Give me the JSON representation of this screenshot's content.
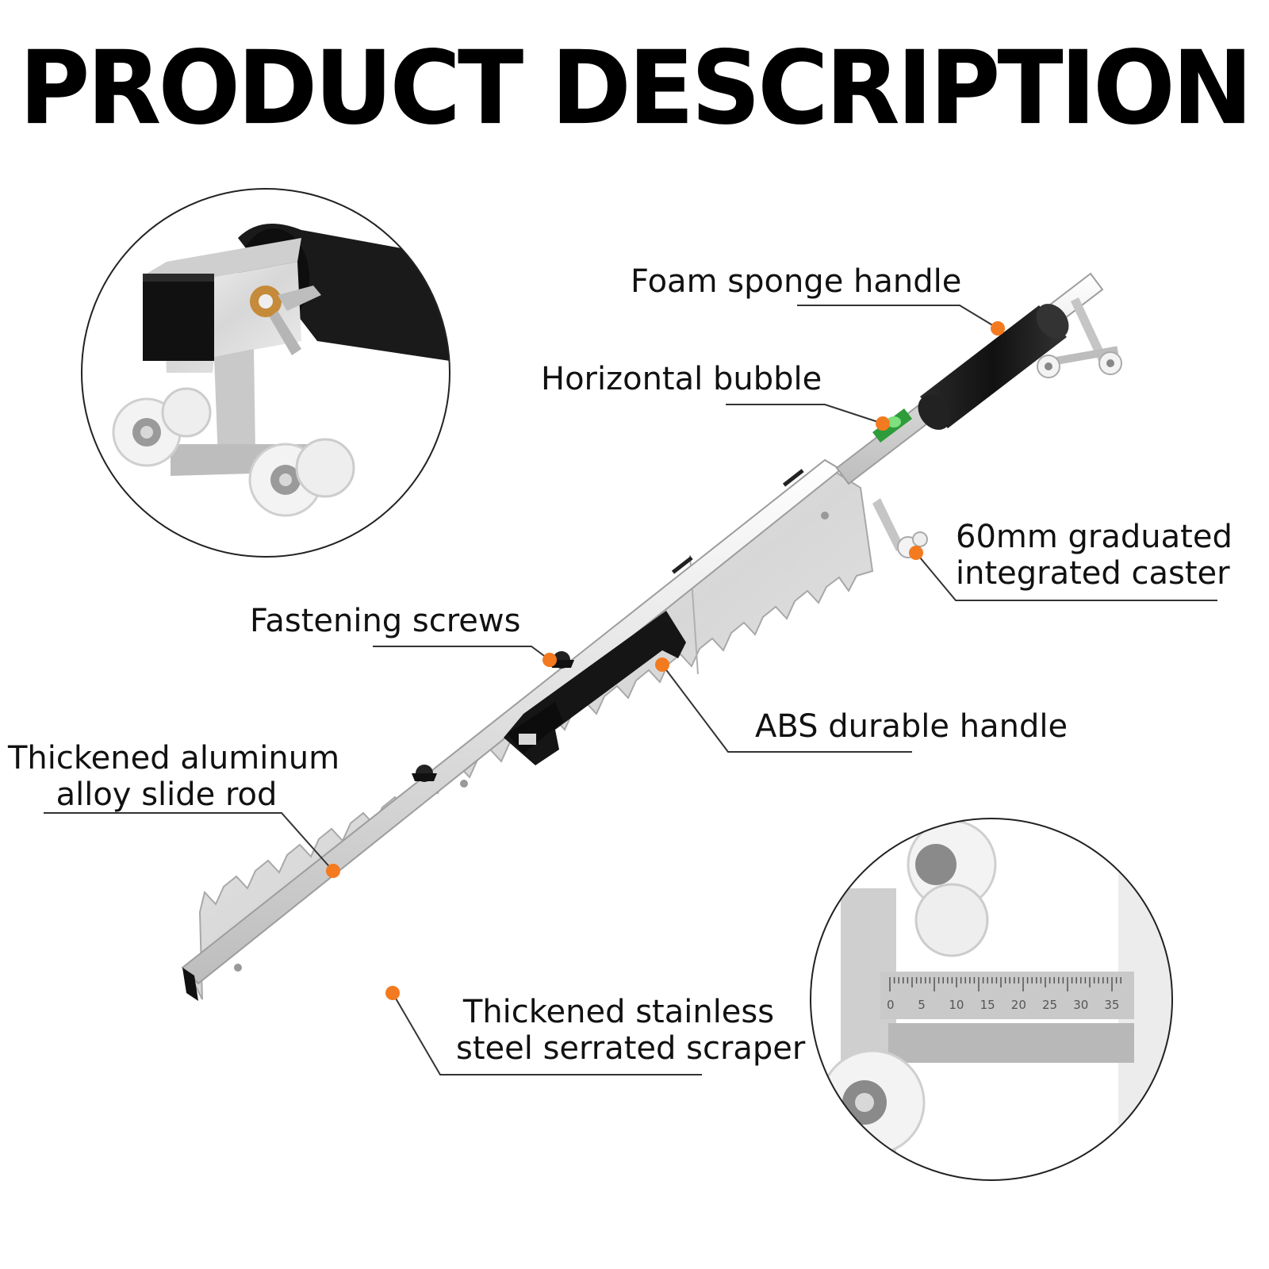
{
  "title": "PRODUCT DESCRIPTION",
  "accent_color": "#f47a20",
  "labels": {
    "foam": "Foam sponge handle",
    "bubble": "Horizontal bubble",
    "caster_line1": "60mm graduated",
    "caster_line2": "integrated caster",
    "screws": "Fastening screws",
    "abs": "ABS durable handle",
    "rod_line1": "Thickened aluminum",
    "rod_line2": "alloy slide rod",
    "scraper_line1": "Thickened stainless",
    "scraper_line2": "steel serrated scraper"
  },
  "ruler": {
    "ticks": [
      "0",
      "5",
      "10",
      "15",
      "20",
      "25",
      "30",
      "35"
    ]
  },
  "icons": [
    "caster-wheel-icon",
    "wing-nut-icon",
    "bubble-level-icon",
    "ruler-icon"
  ]
}
